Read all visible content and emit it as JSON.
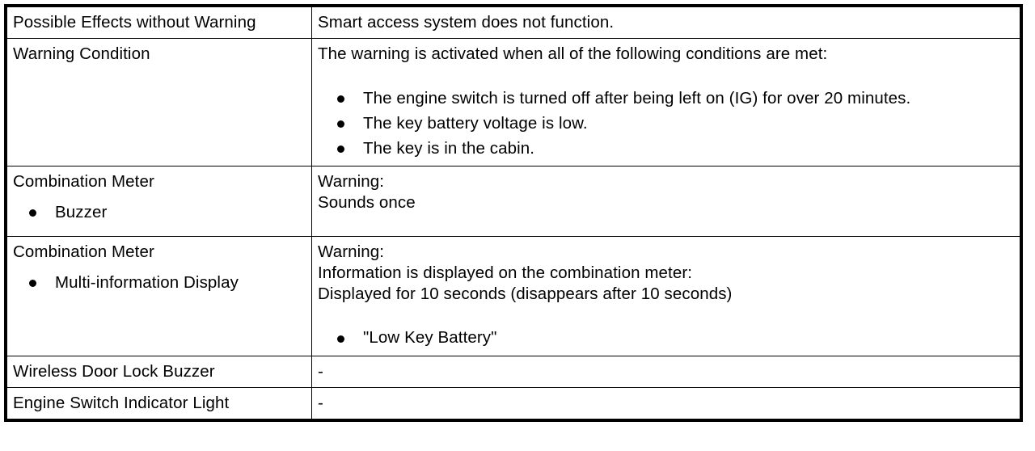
{
  "table": {
    "rows": [
      {
        "id": "possible-effects",
        "label": "Possible Effects without Warning",
        "value_lines": [
          "Smart access system does not function."
        ]
      },
      {
        "id": "warning-condition",
        "label": "Warning Condition",
        "value_lines": [
          "The warning is activated when all of the following conditions are met:"
        ],
        "bullets": [
          "The engine switch is turned off after being left on (IG) for over 20 minutes.",
          "The key battery voltage is low.",
          "The key is in the cabin."
        ]
      },
      {
        "id": "combination-meter-buzzer",
        "label": "Combination Meter",
        "label_bullets": [
          "Buzzer"
        ],
        "value_lines": [
          "Warning:",
          "Sounds once"
        ]
      },
      {
        "id": "combination-meter-mid",
        "label": "Combination Meter",
        "label_bullets": [
          "Multi-information Display"
        ],
        "value_lines": [
          "Warning:",
          "Information is displayed on the combination meter:",
          "Displayed for 10 seconds (disappears after 10 seconds)"
        ],
        "bullets": [
          "\"Low Key Battery\""
        ]
      },
      {
        "id": "wireless-door-lock-buzzer",
        "label": "Wireless Door Lock Buzzer",
        "value_lines": [
          "-"
        ]
      },
      {
        "id": "engine-switch-indicator-light",
        "label": "Engine Switch Indicator Light",
        "value_lines": [
          "-"
        ]
      }
    ]
  },
  "colors": {
    "border": "#000000",
    "text": "#000000",
    "background": "#ffffff"
  }
}
